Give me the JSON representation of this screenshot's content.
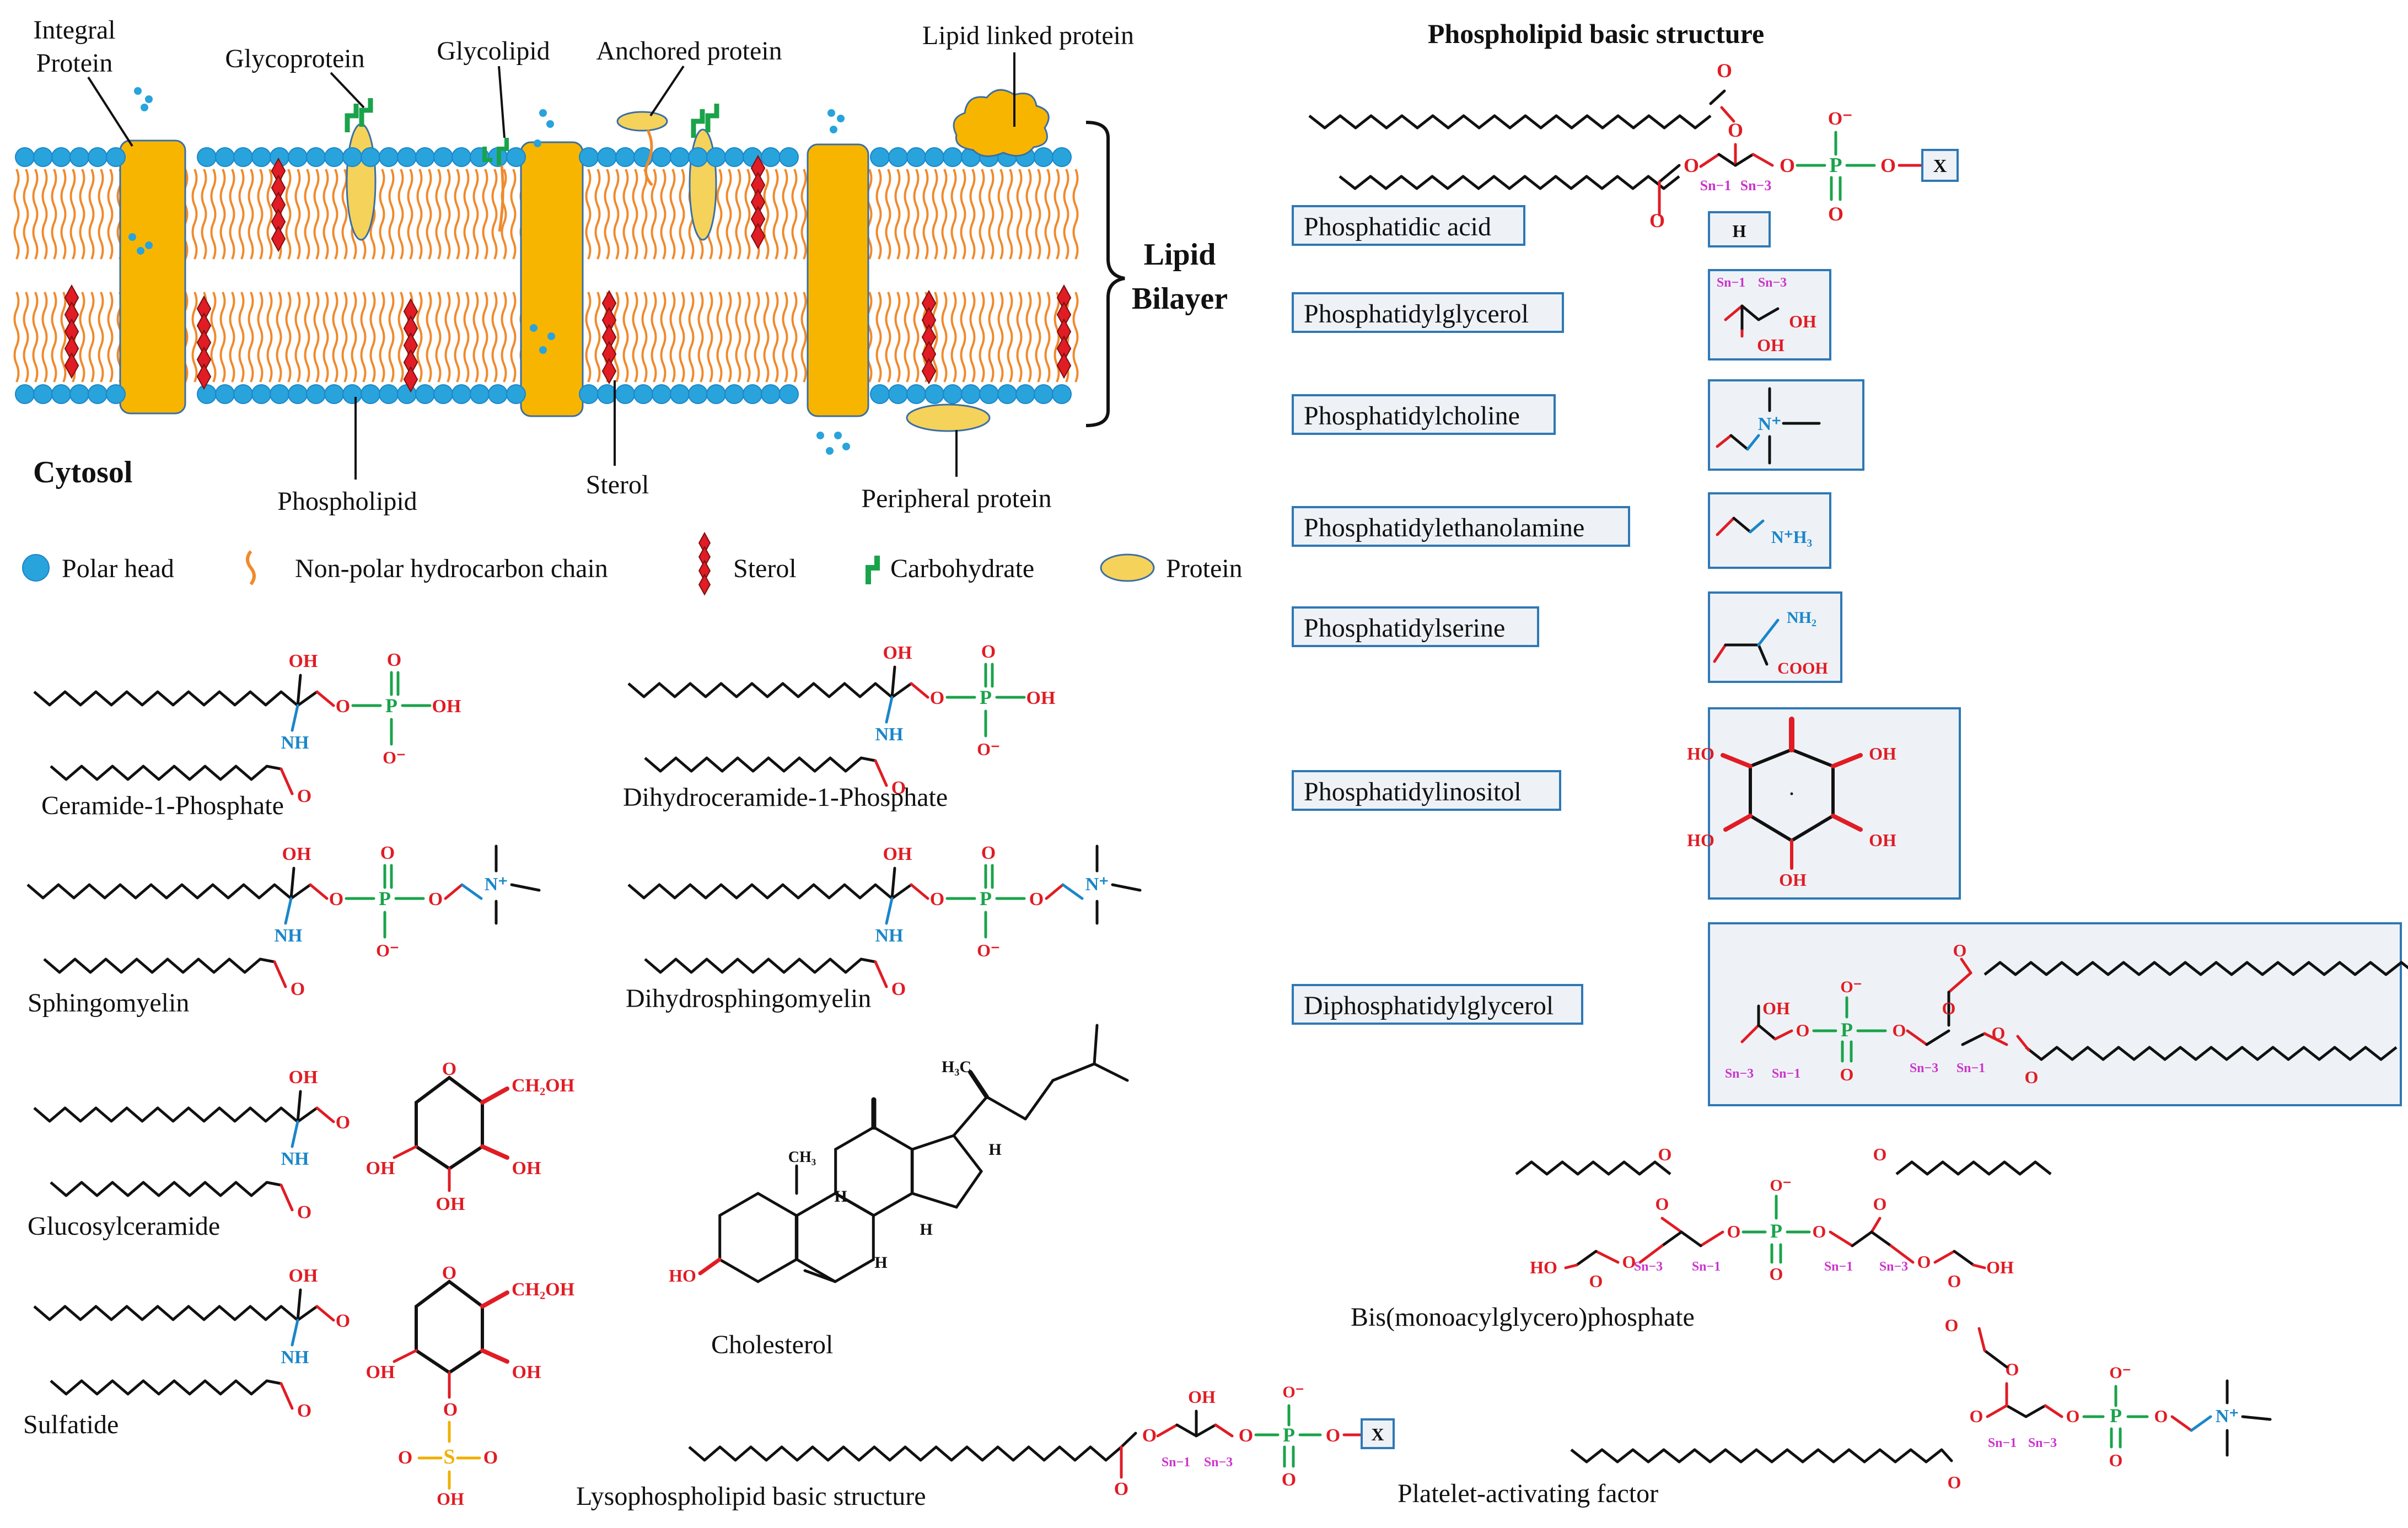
{
  "membrane": {
    "labels": {
      "integral_line1": "Integral",
      "integral_line2": "Protein",
      "glycoprotein": "Glycoprotein",
      "glycolipid": "Glycolipid",
      "anchored": "Anchored protein",
      "lipid_linked": "Lipid linked protein",
      "bilayer_line1": "Lipid",
      "bilayer_line2": "Bilayer",
      "cytosol": "Cytosol",
      "phospholipid": "Phospholipid",
      "sterol": "Sterol",
      "peripheral": "Peripheral protein"
    },
    "legend": {
      "polar_head": "Polar head",
      "chain": "Non-polar hydrocarbon chain",
      "sterol": "Sterol",
      "carbohydrate": "Carbohydrate",
      "protein": "Protein"
    }
  },
  "phospholipid_panel": {
    "title": "Phospholipid basic structure",
    "x_group": "X",
    "rows": [
      {
        "name": "Phosphatidic acid",
        "group_text": "H"
      },
      {
        "name": "Phosphatidylglycerol",
        "group_text": "OH"
      },
      {
        "name": "Phosphatidylcholine",
        "group_text": "N+"
      },
      {
        "name": "Phosphatidylethanolamine",
        "group_text": "N+H3"
      },
      {
        "name": "Phosphatidylserine",
        "group_text": "NH2 COOH"
      },
      {
        "name": "Phosphatidylinositol",
        "group_text": "HO OH"
      },
      {
        "name": "Diphosphatidylglycerol",
        "group_text": "OH"
      }
    ]
  },
  "structures": {
    "ceramide_1_phosphate": "Ceramide-1-Phosphate",
    "dihydroceramide_1_phosphate": "Dihydroceramide-1-Phosphate",
    "sphingomyelin": "Sphingomyelin",
    "dihydrosphingomyelin": "Dihydrosphingomyelin",
    "glucosylceramide": "Glucosylceramide",
    "sulfatide": "Sulfatide",
    "cholesterol": "Cholesterol",
    "lysophospholipid": "Lysophospholipid basic structure",
    "bmp": "Bis(monoacylglycero)phosphate",
    "paf": "Platelet-activating factor"
  },
  "atoms": {
    "O": "O",
    "OH": "OH",
    "HO": "HO",
    "P": "P",
    "NH": "NH",
    "O_minus": "O⁻",
    "N_plus": "N⁺",
    "NH2": "NH₂",
    "NH3": "N⁺H₃",
    "COOH": "COOH",
    "CH2OH": "CH₂OH",
    "S": "S",
    "H": "H",
    "H3C": "H₃C",
    "CH3": "CH₃",
    "sn1": "Sn−1",
    "sn3": "Sn−3"
  },
  "colors": {
    "polar_head": "#29a3db",
    "tail": "#f08a2c",
    "protein": "#f8b500",
    "protein_stroke": "#3a6fa5",
    "sterol": "#e01c24",
    "carbohydrate": "#1aa34a",
    "oxygen": "#e01c24",
    "phosphorus": "#1aa34a",
    "nitrogen": "#1b86c9",
    "sn_label": "#cc33cc",
    "sulfur": "#f0b000",
    "box_stroke": "#2f78b5",
    "box_fill": "#eef2f6"
  }
}
